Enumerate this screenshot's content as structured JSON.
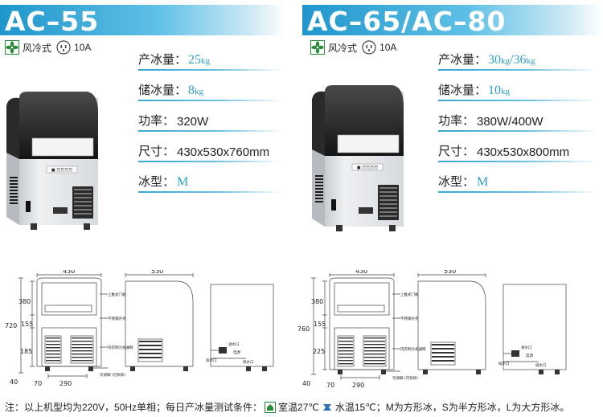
{
  "left": {
    "title": "AC–55",
    "features": {
      "cooling": "风冷式",
      "current": "10A"
    },
    "specs": {
      "production": {
        "label": "产冰量：",
        "value_num": "25",
        "value_unit": "kg"
      },
      "storage": {
        "label": "储冰量：",
        "value_num": "8",
        "value_unit": "kg"
      },
      "power": {
        "label": "功率：",
        "value": "320W"
      },
      "size": {
        "label": "尺寸：",
        "value": "430x530x760mm"
      },
      "ice_type": {
        "label": "冰型：",
        "value": "M"
      }
    },
    "badge": "■ 万万万万",
    "drawing": {
      "front_width": "430",
      "side_width": "530",
      "dims": [
        "380",
        "155",
        "185",
        "70",
        "40",
        "720",
        "290"
      ],
      "annotations": [
        "上推式门板",
        "不锈钢外壳",
        "内衣制冷式通网",
        "可调脚 (可拆卸)"
      ],
      "back_labels": [
        "进水口",
        "排水口",
        "电源",
        "排水口"
      ]
    }
  },
  "right": {
    "title": "AC–65/AC–80",
    "features": {
      "cooling": "风冷式",
      "current": "10A"
    },
    "specs": {
      "production": {
        "label": "产冰量：",
        "value_a": "30",
        "value_b": "36",
        "value_unit": "kg",
        "sep": "/"
      },
      "storage": {
        "label": "储冰量：",
        "value_num": "10",
        "value_unit": "kg"
      },
      "power": {
        "label": "功率：",
        "value": "380W/400W"
      },
      "size": {
        "label": "尺寸：",
        "value": "430x530x800mm"
      },
      "ice_type": {
        "label": "冰型：",
        "value": "M"
      }
    },
    "badge": "■ 万万万万",
    "drawing": {
      "front_width": "430",
      "side_width": "530",
      "dims": [
        "380",
        "155",
        "225",
        "70",
        "40",
        "760",
        "290"
      ],
      "annotations": [
        "上推式门板",
        "不锈钢外壳",
        "内衣制冷式通网",
        "可调脚 (可拆卸)"
      ],
      "back_labels": [
        "进水口",
        "排水口",
        "电源",
        "排水口"
      ]
    }
  },
  "footer": {
    "prefix": "注：以上机型均为220V，50Hz单相；每日产冰量测试条件：",
    "room_temp": "室温27℃",
    "water_temp": "水温15℃",
    "suffix": "；M为方形冰，S为半方形冰，L为大方形冰。"
  },
  "colors": {
    "accent": "#37a7d4",
    "title_band": "#4bb3de",
    "text": "#222222"
  }
}
